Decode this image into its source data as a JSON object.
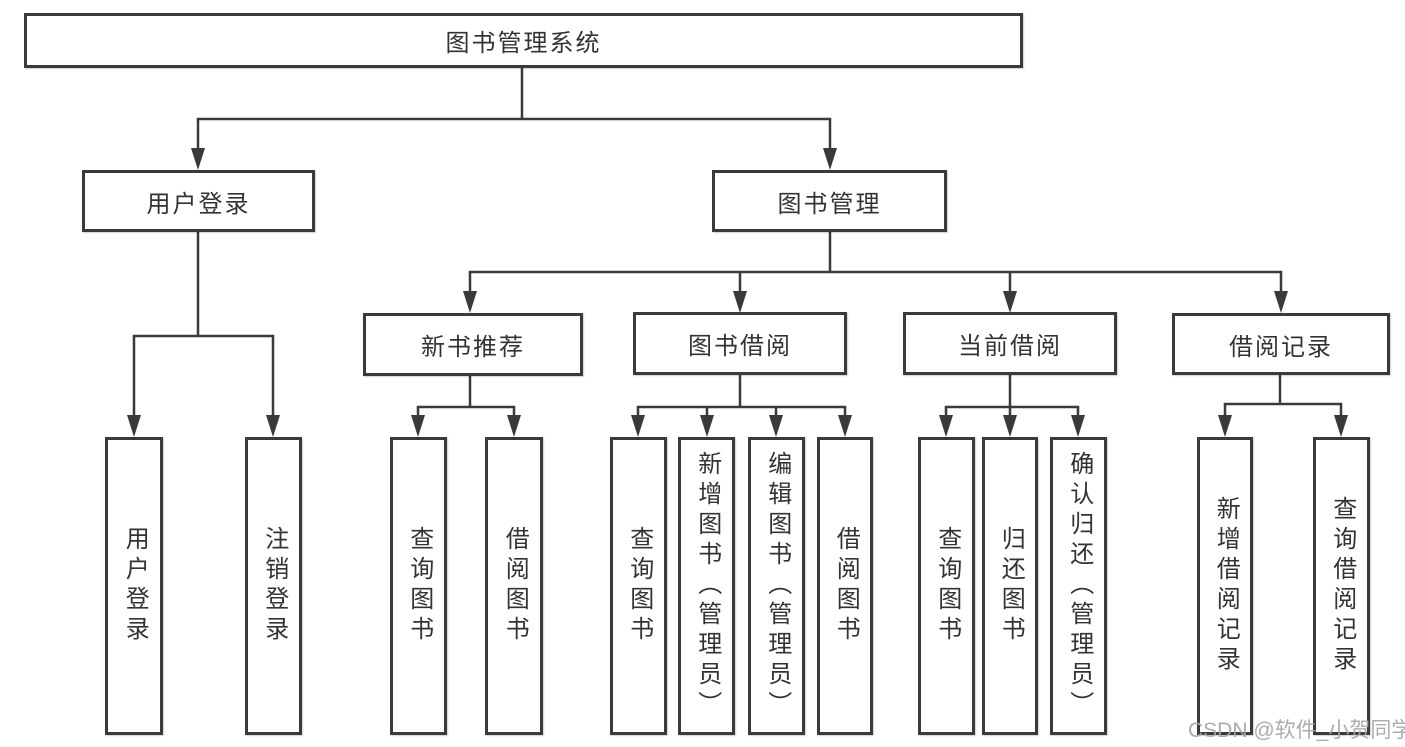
{
  "diagram": {
    "title": "图书管理系统",
    "tree": {
      "root": {
        "label": "图书管理系统"
      },
      "branches": [
        {
          "label": "用户登录",
          "children": [
            {
              "label": "用户登录"
            },
            {
              "label": "注销登录"
            }
          ]
        },
        {
          "label": "图书管理",
          "children": [
            {
              "label": "新书推荐",
              "children": [
                {
                  "label": "查询图书"
                },
                {
                  "label": "借阅图书"
                }
              ]
            },
            {
              "label": "图书借阅",
              "children": [
                {
                  "label": "查询图书"
                },
                {
                  "label": "新增图书（管理员）"
                },
                {
                  "label": "编辑图书（管理员）"
                },
                {
                  "label": "借阅图书"
                }
              ]
            },
            {
              "label": "当前借阅",
              "children": [
                {
                  "label": "查询图书"
                },
                {
                  "label": "归还图书"
                },
                {
                  "label": "确认归还（管理员）"
                }
              ]
            },
            {
              "label": "借阅记录",
              "children": [
                {
                  "label": "新增借阅记录"
                },
                {
                  "label": "查询借阅记录"
                }
              ]
            }
          ]
        }
      ]
    },
    "colors": {
      "line": "#3a3a3a",
      "text": "#333333",
      "background": "#ffffff",
      "watermark": "#a6a6aa"
    }
  },
  "watermark": {
    "text": "CSDN @软件_小贺同学"
  }
}
